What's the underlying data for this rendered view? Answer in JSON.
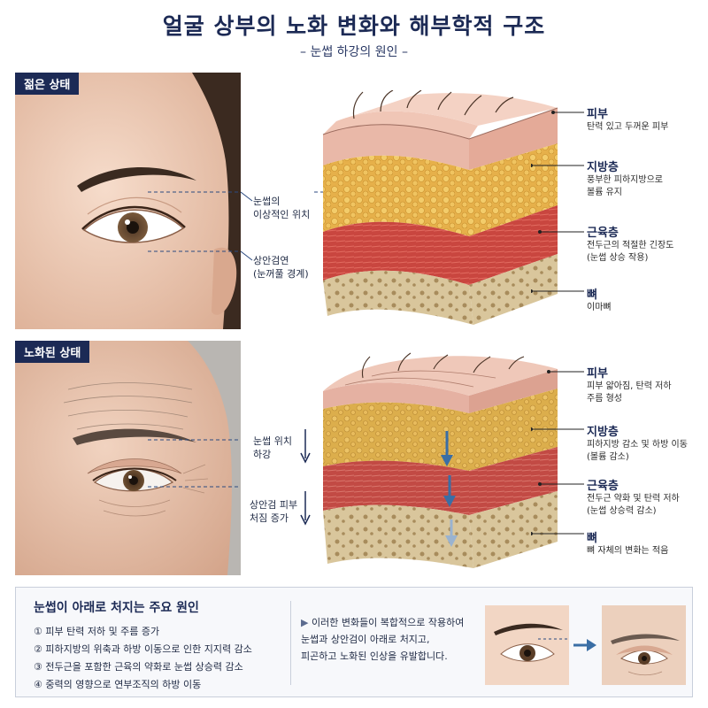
{
  "title": "얼굴 상부의 노화 변화와 해부학적 구조",
  "subtitle": "– 눈썹 하강의 원인 –",
  "young": {
    "label": "젊은 상태",
    "callouts": {
      "brow_line1": "눈썹의",
      "brow_line2": "이상적인 위치",
      "lid_line1": "상안검연",
      "lid_line2": "(눈꺼풀 경계)"
    },
    "layers": [
      {
        "name": "피부",
        "desc1": "탄력 있고 두꺼운 피부",
        "desc2": ""
      },
      {
        "name": "지방층",
        "desc1": "풍부한 피하지방으로",
        "desc2": "볼륨 유지"
      },
      {
        "name": "근육층",
        "desc1": "전두근의 적절한 긴장도",
        "desc2": "(눈썹 상승 작용)"
      },
      {
        "name": "뼈",
        "desc1": "이마뼈",
        "desc2": ""
      }
    ]
  },
  "old": {
    "label": "노화된 상태",
    "callouts": {
      "brow_line1": "눈썹 위치",
      "brow_line2": "하강",
      "lid_line1": "상안검 피부",
      "lid_line2": "처짐 증가"
    },
    "layers": [
      {
        "name": "피부",
        "desc1": "피부 얇아짐, 탄력 저하",
        "desc2": "주름 형성"
      },
      {
        "name": "지방층",
        "desc1": "피하지방 감소 및 하방 이동",
        "desc2": "(볼륨 감소)"
      },
      {
        "name": "근육층",
        "desc1": "전두근 약화 및 탄력 저하",
        "desc2": "(눈썹 상승력 감소)"
      },
      {
        "name": "뼈",
        "desc1": "뼈 자체의 변화는 적음",
        "desc2": ""
      }
    ]
  },
  "causes": {
    "title": "눈썹이 아래로 처지는 주요 원인",
    "items": [
      "① 피부 탄력 저하 및 주름 증가",
      "② 피하지방의 위축과 하방 이동으로 인한 지지력 감소",
      "③ 전두근을 포함한 근육의 약화로 눈썹 상승력 감소",
      "④ 중력의 영향으로 연부조직의 하방 이동"
    ],
    "summary_arrow": "▶",
    "summary_lines": [
      "이러한 변화들이 복합적으로 작용하여",
      "눈썹과 상안검이 아래로 처지고,",
      "피곤하고 노화된 인상을 유발합니다."
    ]
  },
  "colors": {
    "navy": "#1c2a55",
    "skin": "#e9b8a8",
    "fat": "#e8b84a",
    "muscle": "#c9463f",
    "bone": "#d8c49a",
    "arrow_blue": "#3a6ea5"
  },
  "icons": [
    "down-arrow-icon",
    "right-arrow-icon"
  ]
}
